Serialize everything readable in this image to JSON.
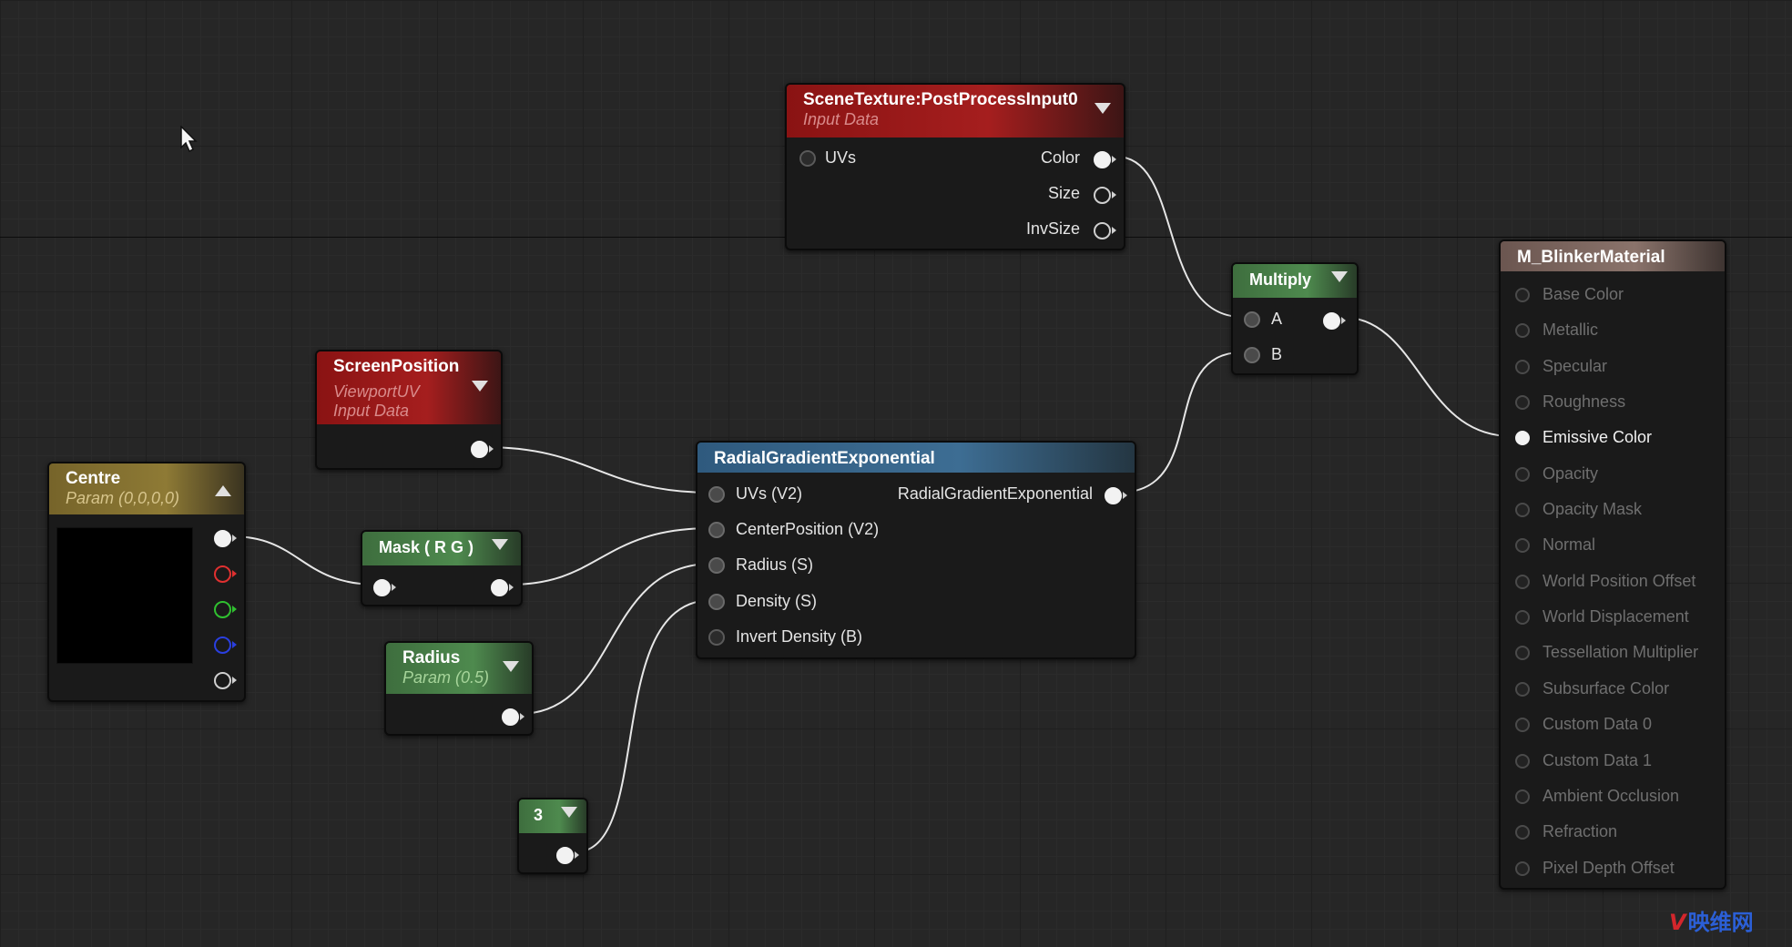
{
  "nodes": {
    "scene_texture": {
      "title": "SceneTexture:PostProcessInput0",
      "subtitle": "Input Data",
      "input_uvs": "UVs",
      "out_color": "Color",
      "out_size": "Size",
      "out_invsize": "InvSize"
    },
    "screen_position": {
      "title": "ScreenPosition",
      "subtitle1": "ViewportUV",
      "subtitle2": "Input Data"
    },
    "centre": {
      "title": "Centre",
      "subtitle": "Param (0,0,0,0)"
    },
    "mask": {
      "title": "Mask ( R G )"
    },
    "radius": {
      "title": "Radius",
      "subtitle": "Param (0.5)"
    },
    "constant": {
      "title": "3"
    },
    "radial": {
      "title": "RadialGradientExponential",
      "inputs": [
        "UVs (V2)",
        "CenterPosition (V2)",
        "Radius (S)",
        "Density (S)",
        "Invert Density (B)"
      ],
      "output": "RadialGradientExponential"
    },
    "multiply": {
      "title": "Multiply",
      "input_a": "A",
      "input_b": "B"
    },
    "material": {
      "title": "M_BlinkerMaterial",
      "active_input": "Emissive Color",
      "inputs": [
        "Base Color",
        "Metallic",
        "Specular",
        "Roughness",
        "Emissive Color",
        "Opacity",
        "Opacity Mask",
        "Normal",
        "World Position Offset",
        "World Displacement",
        "Tessellation Multiplier",
        "Subsurface Color",
        "Custom Data 0",
        "Custom Data 1",
        "Ambient Occlusion",
        "Refraction",
        "Pixel Depth Offset"
      ]
    }
  },
  "watermark": {
    "mark": "V",
    "text": "映维网"
  },
  "colors": {
    "background": "#262626",
    "header_red": "#a51e1e",
    "header_gold": "#8e7a35",
    "header_green": "#4e8a4e",
    "header_blue": "#3d6d93",
    "header_brown": "#8a736b",
    "wire": "#e6e6e6"
  }
}
